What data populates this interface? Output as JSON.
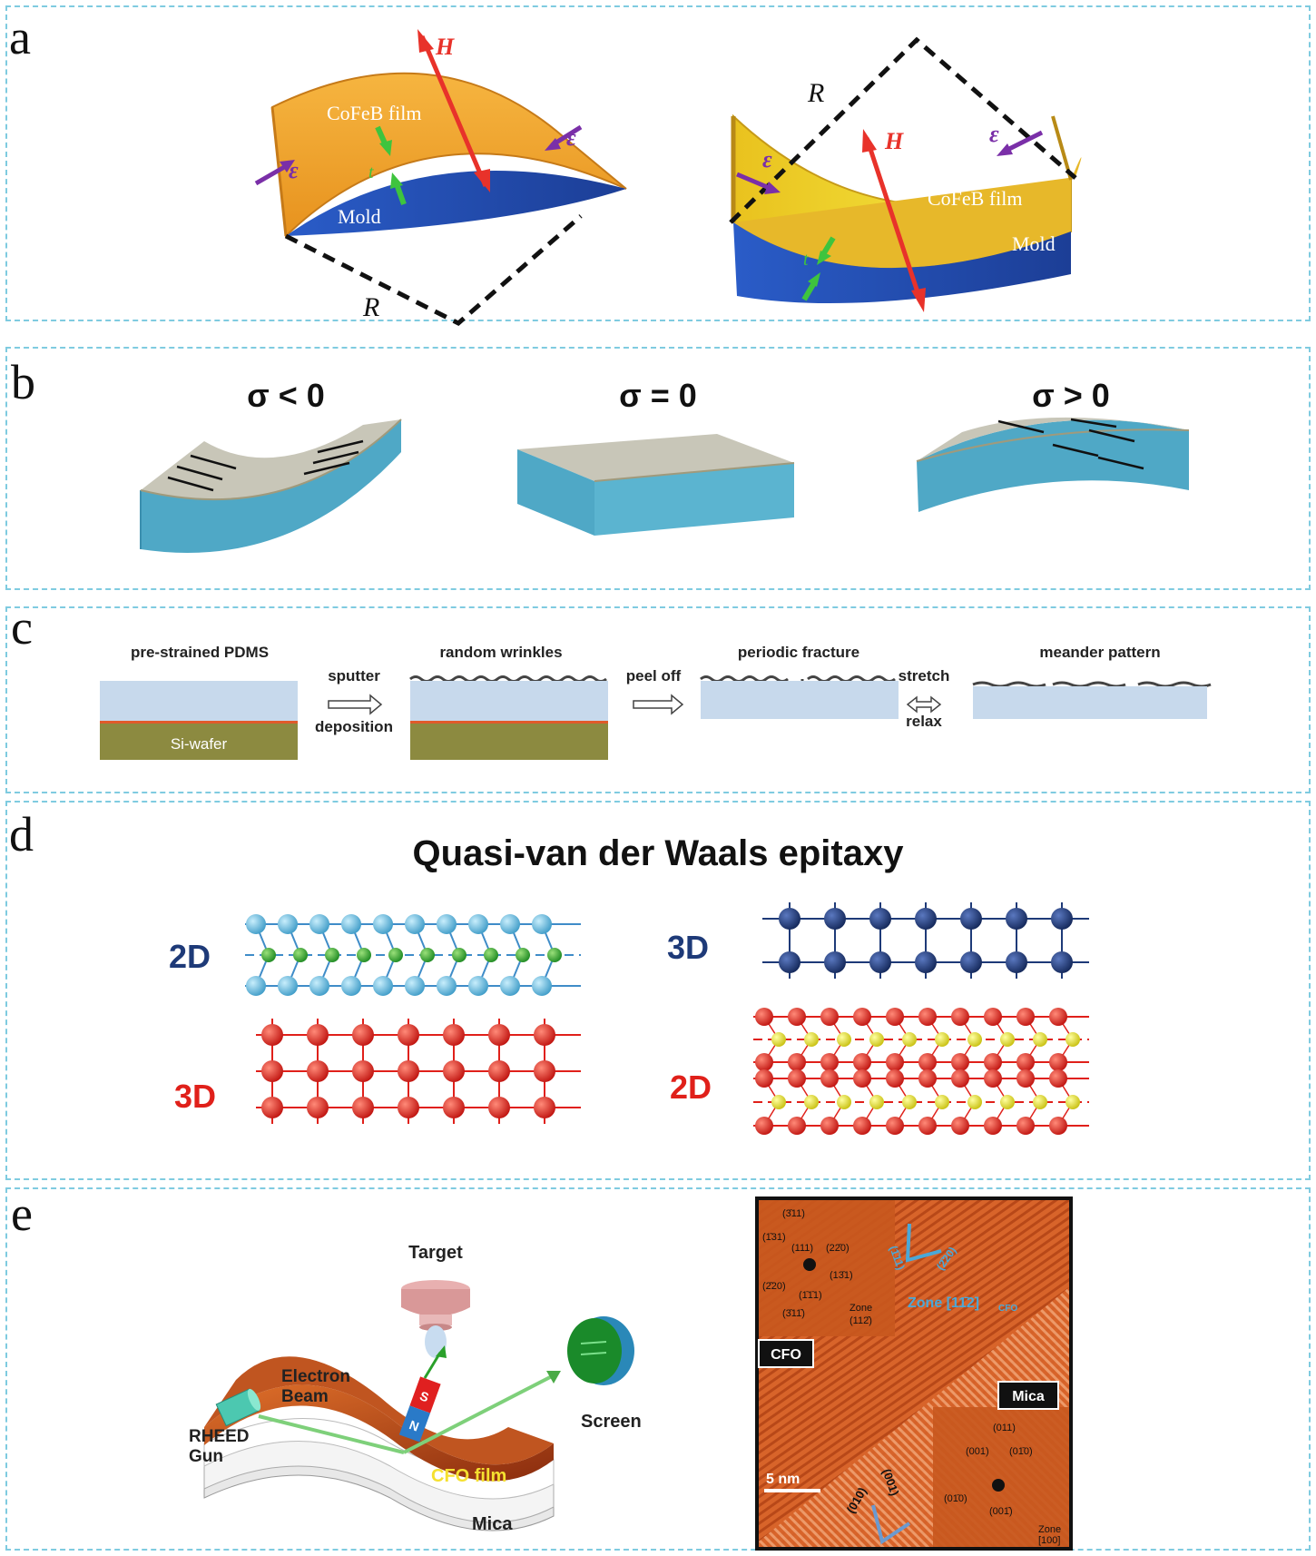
{
  "panels": {
    "a": {
      "label": "a",
      "H": "H",
      "R": "R",
      "eps": "ε",
      "t": "t",
      "film": "CoFeB film",
      "mold": "Mold"
    },
    "b": {
      "label": "b",
      "states": [
        "σ < 0",
        "σ = 0",
        "σ > 0"
      ]
    },
    "c": {
      "label": "c",
      "stage1": "pre-strained PDMS",
      "wafer": "Si-wafer",
      "step1a": "sputter",
      "step1b": "deposition",
      "stage2": "random wrinkles",
      "step2": "peel off",
      "stage3": "periodic fracture",
      "step3a": "stretch",
      "step3b": "relax",
      "stage4": "meander pattern"
    },
    "d": {
      "label": "d",
      "title": "Quasi-van der Waals epitaxy",
      "left_top": "2D",
      "left_bottom": "3D",
      "right_top": "3D",
      "right_bottom": "2D"
    },
    "e": {
      "label": "e",
      "target": "Target",
      "beam1": "Electron",
      "beam2": "Beam",
      "gun1": "RHEED",
      "gun2": "Gun",
      "screen": "Screen",
      "film": "CFO film",
      "mica": "Mica",
      "magnet_s": "S",
      "magnet_n": "N",
      "cfo_box": "CFO",
      "mica_box": "Mica",
      "scale": "5 nm",
      "zone": "Zone [11̄2]",
      "zone_sub": "CFO",
      "fft_top": [
        "(3̄11)",
        "(1̄31)",
        "(111)",
        "(22̄0)",
        "(13̄1)",
        "(2̄20)",
        "(1̄1̄1)",
        "(3̄11̄)",
        "Zone",
        "(112̄)"
      ],
      "fft_bottom": [
        "(011)",
        "(001)",
        "(01̄0)",
        "(01̄0)",
        "(001̄)",
        "Zone",
        "[100]"
      ],
      "lattice_labels": [
        "(1̄11)",
        "(2̄20)",
        "(001)",
        "(010)"
      ]
    }
  },
  "colors": {
    "film_orange": "#f2a530",
    "film_yellow": "#f5e030",
    "mold_blue": "#2753b8",
    "arrow_red": "#e8322a",
    "eps_purple": "#7a2fa8",
    "t_green": "#3ec43e",
    "slab_blue": "#4fa8c6",
    "film_gray": "#c8c6b8",
    "navy": "#1e3a78",
    "red_atom": "#e0201a",
    "cyan_atom": "#5fb8e0",
    "green_atom": "#2aa02a",
    "yellow_atom": "#e8e830",
    "hrtem": "#d8642a"
  }
}
